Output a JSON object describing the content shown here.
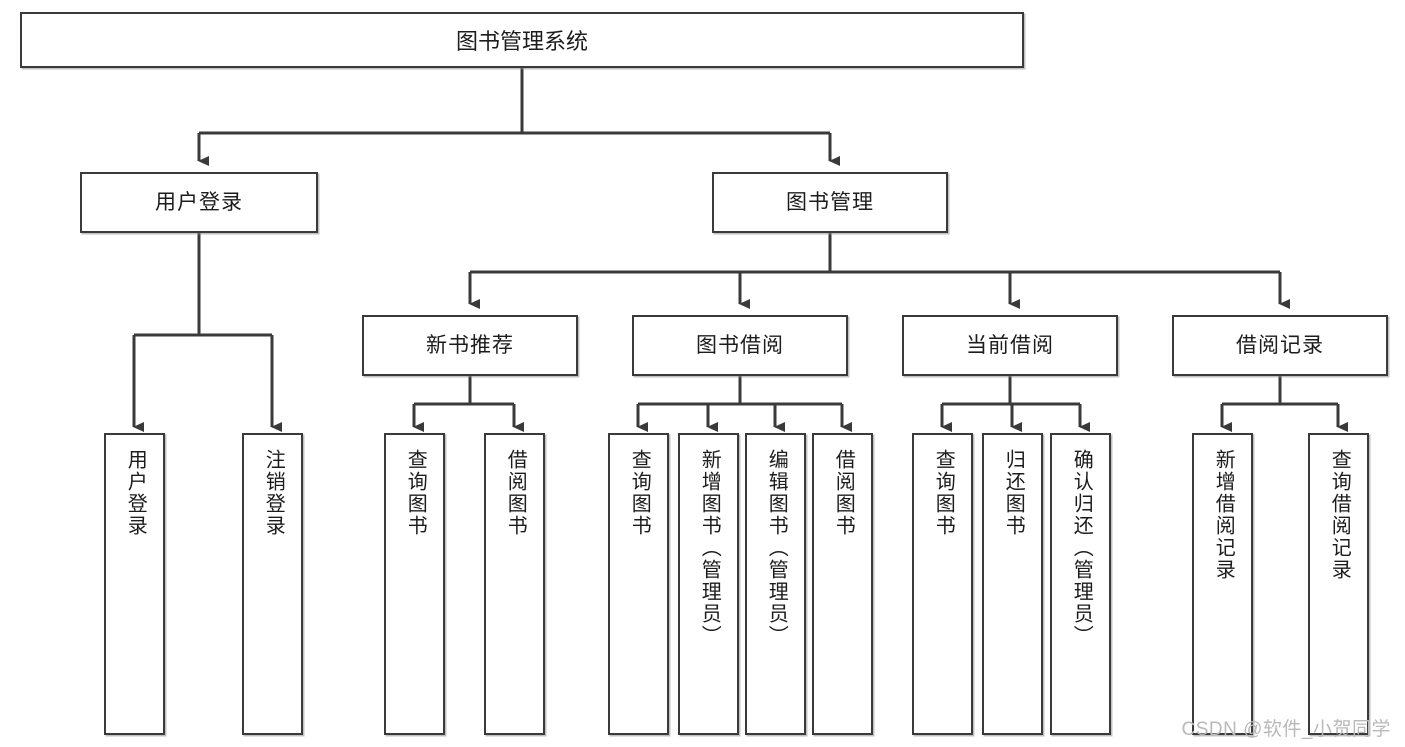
{
  "diagram": {
    "title": "图书管理系统",
    "watermark": "CSDN @软件_小贺同学",
    "colors": {
      "box_border": "#3a3a3a",
      "box_fill": "#ffffff",
      "line": "#3a3a3a",
      "text": "#1c1c1c",
      "watermark": "#b9b9b9"
    },
    "levels": {
      "root": "图书管理系统",
      "level2": [
        "用户登录",
        "图书管理"
      ],
      "level3": [
        "新书推荐",
        "图书借阅",
        "当前借阅",
        "借阅记录"
      ]
    },
    "nodes": {
      "root": "图书管理系统",
      "user_login": "用户登录",
      "book_manage": "图书管理",
      "new_book_rec": "新书推荐",
      "book_borrow": "图书借阅",
      "current_borrow": "当前借阅",
      "borrow_record": "借阅记录",
      "leaf_user_login": "用户登录",
      "leaf_logout": "注销登录",
      "leaf_query_book_1": "查询图书",
      "leaf_borrow_book_1": "借阅图书",
      "leaf_query_book_2": "查询图书",
      "leaf_add_book": "新增图书（管理员）",
      "leaf_edit_book": "编辑图书（管理员）",
      "leaf_borrow_book_2": "借阅图书",
      "leaf_query_book_3": "查询图书",
      "leaf_return_book": "归还图书",
      "leaf_confirm_return": "确认归还（管理员）",
      "leaf_add_record": "新增借阅记录",
      "leaf_query_record": "查询借阅记录"
    }
  }
}
